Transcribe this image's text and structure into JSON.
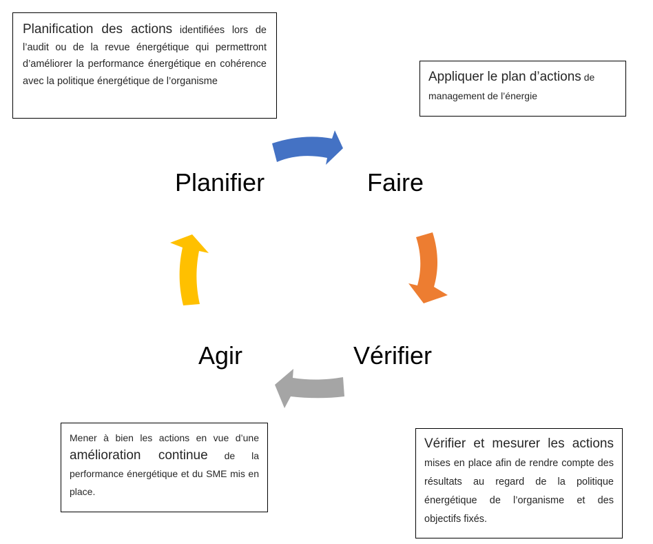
{
  "diagram": {
    "title": "Cycle PDCA - Management de l'énergie",
    "stages": {
      "plan": "Planifier",
      "do": "Faire",
      "check": "Vérifier",
      "act": "Agir"
    },
    "arrows": [
      {
        "from": "Planifier",
        "to": "Faire",
        "color": "#4472C4"
      },
      {
        "from": "Faire",
        "to": "Vérifier",
        "color": "#ED7D31"
      },
      {
        "from": "Vérifier",
        "to": "Agir",
        "color": "#A5A5A5"
      },
      {
        "from": "Agir",
        "to": "Planifier",
        "color": "#FFC000"
      }
    ],
    "boxes": {
      "plan": {
        "lead": "Planification des actions",
        "text": " identifiées lors de l’audit ou de la revue énergétique qui permettront d’améliorer la performance énergétique en cohérence avec la politique énergétique de l’organisme"
      },
      "do": {
        "lead": "Appliquer le plan d’actions",
        "text": " de management de l’énergie"
      },
      "act": {
        "pre": "Mener à bien les actions en vue d’une ",
        "lead": "amélioration continue",
        "text": " de la performance énergétique et du SME mis en place."
      },
      "check": {
        "lead": "Vérifier et mesurer les actions",
        "text": " mises en place afin de rendre compte des résultats au regard de la politique énergétique de l’organisme et des objectifs fixés."
      }
    }
  }
}
